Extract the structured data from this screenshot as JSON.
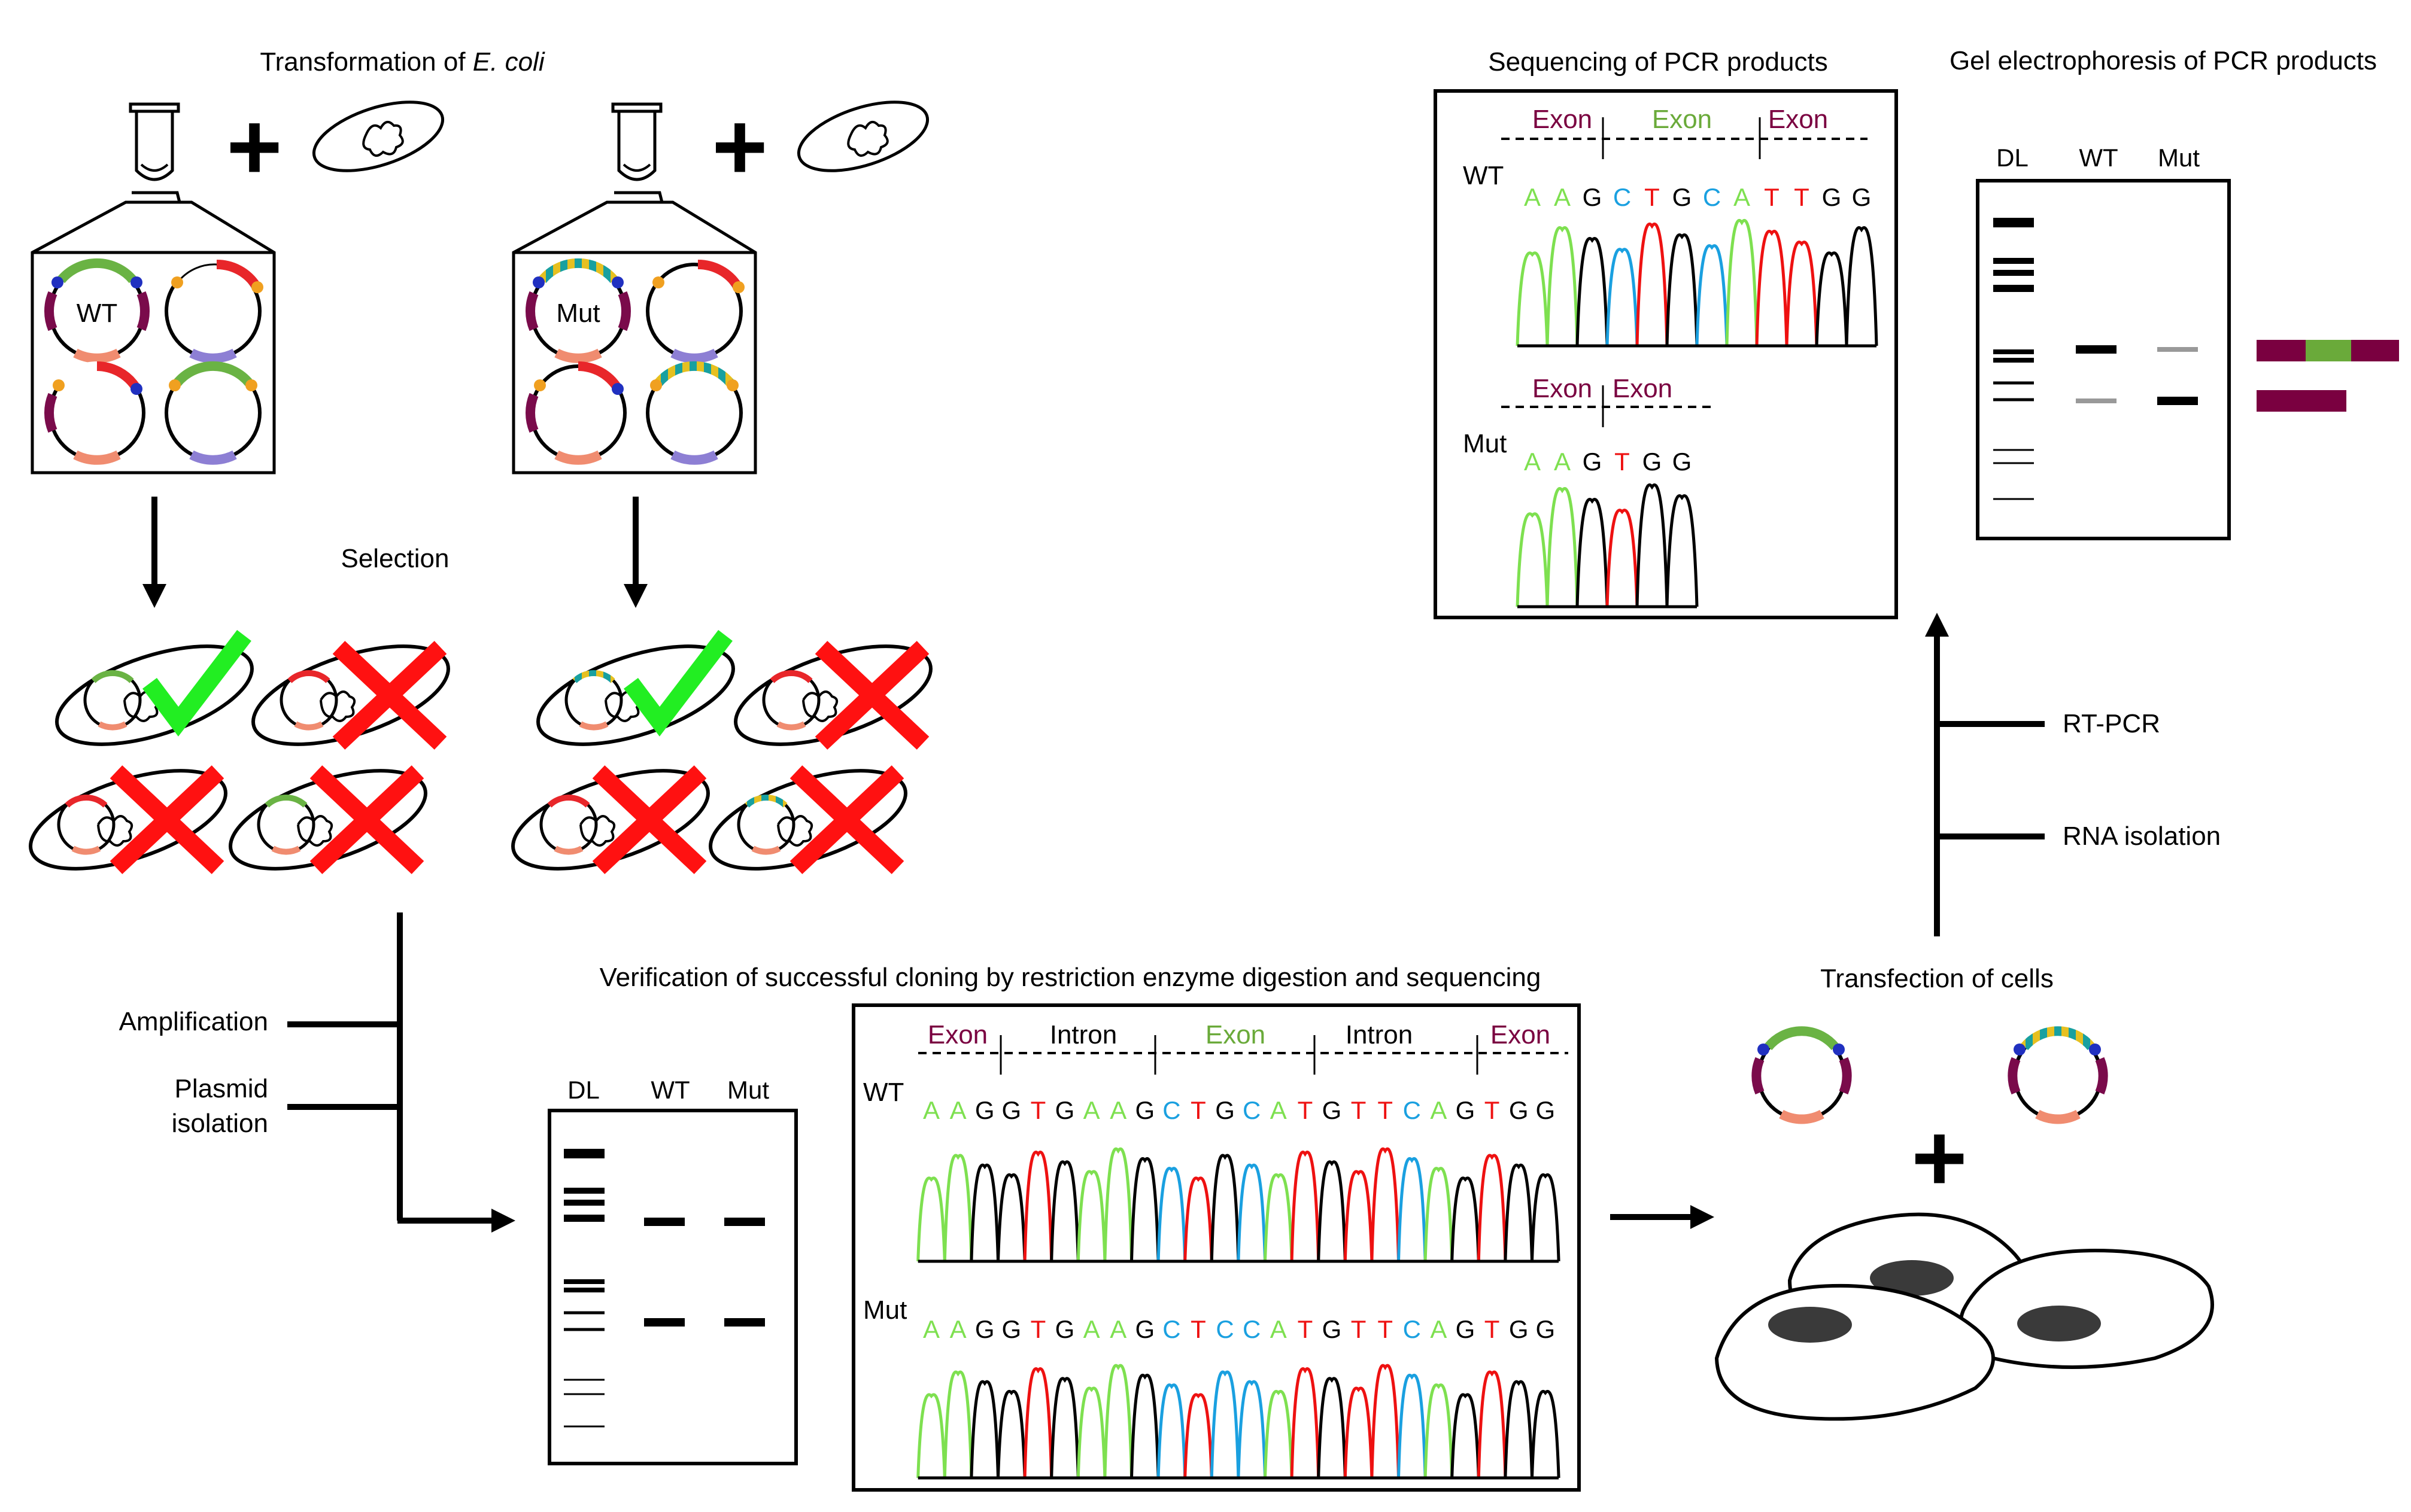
{
  "colors": {
    "black": "#000000",
    "green_check": "#22ee22",
    "red_cross": "#ff1111",
    "exon_purple": "#7a0040",
    "exon_green": "#6aaa3a",
    "plasmid_green": "#6ab344",
    "plasmid_red": "#e8262a",
    "plasmid_salmon": "#f08c70",
    "plasmid_lilac": "#8d7fd4",
    "plasmid_maroon": "#7a0b4b",
    "plasmid_teal": "#18a0a0",
    "plasmid_yellow": "#e6c020",
    "promoter_blue": "#2030c0",
    "promoter_orange": "#f0a020",
    "base_A": "#7ee050",
    "base_C": "#1aa0e0",
    "base_G": "#000000",
    "base_T": "#ee1111",
    "gel_grey": "#999999"
  },
  "transformation": {
    "title_prefix": "Transformation of ",
    "title_italic": "E. coli",
    "plus_symbol": "+",
    "wt_label": "WT",
    "mut_label": "Mut"
  },
  "selection": {
    "label": "Selection"
  },
  "amplification": {
    "amplification_label": "Amplification",
    "plasmid_label_1": "Plasmid",
    "plasmid_label_2": "isolation"
  },
  "verification": {
    "title": "Verification of successful cloning by restriction enzyme digestion and sequencing",
    "gel": {
      "lanes": [
        "DL",
        "WT",
        "Mut"
      ]
    },
    "seq": {
      "regions": [
        "Exon",
        "Intron",
        "Exon",
        "Intron",
        "Exon"
      ],
      "wt_label": "WT",
      "mut_label": "Mut",
      "wt_sequence": [
        "A",
        "A",
        "G",
        "G",
        "T",
        "G",
        "A",
        "A",
        "G",
        "C",
        "T",
        "G",
        "C",
        "A",
        "T",
        "G",
        "T",
        "T",
        "C",
        "A",
        "G",
        "T",
        "G",
        "G"
      ],
      "mut_sequence": [
        "A",
        "A",
        "G",
        "G",
        "T",
        "G",
        "A",
        "A",
        "G",
        "C",
        "T",
        "C",
        "C",
        "A",
        "T",
        "G",
        "T",
        "T",
        "C",
        "A",
        "G",
        "T",
        "G",
        "G"
      ]
    }
  },
  "transfection": {
    "title": "Transfection of cells",
    "plus_symbol": "+"
  },
  "rna": {
    "rt_pcr_label": "RT-PCR",
    "rna_isolation_label": "RNA isolation"
  },
  "pcr_sequencing": {
    "title": "Sequencing of PCR products",
    "wt_label": "WT",
    "mut_label": "Mut",
    "wt_regions": [
      "Exon",
      "Exon",
      "Exon"
    ],
    "mut_regions": [
      "Exon",
      "Exon"
    ],
    "wt_sequence": [
      "A",
      "A",
      "G",
      "C",
      "T",
      "G",
      "C",
      "A",
      "T",
      "T",
      "G",
      "G"
    ],
    "mut_sequence": [
      "A",
      "A",
      "G",
      "T",
      "G",
      "G"
    ]
  },
  "pcr_gel": {
    "title": "Gel electrophoresis of PCR products",
    "lanes": [
      "DL",
      "WT",
      "Mut"
    ]
  }
}
